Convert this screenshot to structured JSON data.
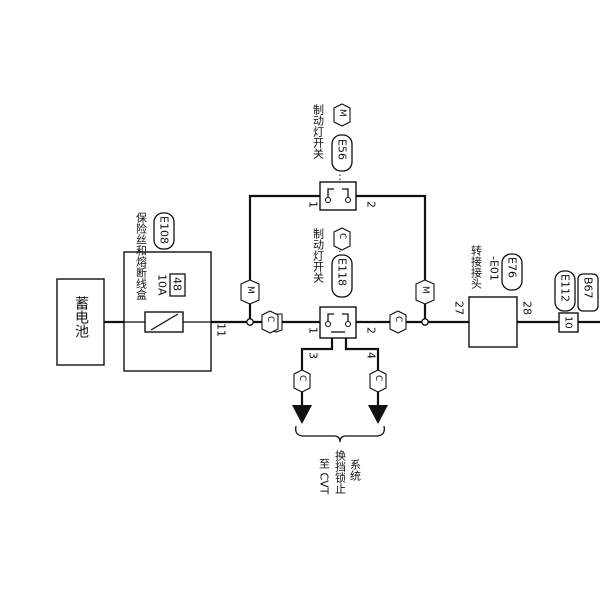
{
  "battery": {
    "label": "蓄电池"
  },
  "fuse_box": {
    "title": "保险丝和熔断线盒",
    "connector": "E108",
    "fuse": "10A",
    "fuse_no": "48",
    "pin": "11"
  },
  "brake_switch_m": {
    "title": "制动灯开关",
    "connector": "E56",
    "variant": "M",
    "pin_left": "1",
    "pin_right": "2"
  },
  "brake_switch_c": {
    "title": "制动灯开关",
    "connector": "E118",
    "variant": "C",
    "pin_1": "1",
    "pin_2": "2",
    "pin_3": "3",
    "pin_4": "4"
  },
  "junction": {
    "title": "转接接头",
    "name": "-E01",
    "connector": "E76",
    "pin_in": "27",
    "pin_out": "28"
  },
  "connector_right": {
    "connector": "E112",
    "pin": "10",
    "label": "B67"
  },
  "hex_labels": {
    "m": "M",
    "c": "C"
  },
  "destination": {
    "line1": "至 CVT",
    "line2": "换挡锁止",
    "line3": "系统"
  }
}
